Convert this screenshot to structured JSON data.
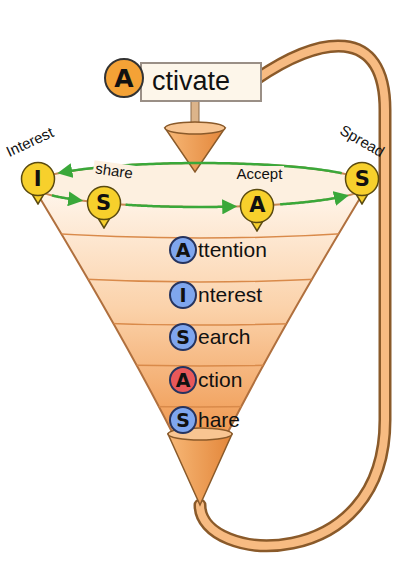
{
  "diagram": {
    "nodes": [
      {
        "text": [
          "ctivate"
        ]
      },
      {
        "text": [
          "A"
        ],
        "in": 0
      },
      {
        "text": [
          "I",
          "Interest"
        ]
      },
      {
        "text": [
          "S",
          "share"
        ]
      },
      {
        "text": [
          "A",
          "Accept"
        ]
      },
      {
        "text": [
          "S",
          "Spread"
        ]
      },
      {
        "text": [
          "A",
          "ttention"
        ]
      },
      {
        "text": [
          "I",
          "nterest"
        ]
      },
      {
        "text": [
          "S",
          "earch"
        ]
      },
      {
        "text": [
          "A",
          "ction"
        ]
      },
      {
        "text": [
          "S",
          "hare"
        ]
      }
    ],
    "edges": [
      {
        "from": 2,
        "to": 3,
        "arrow": "to"
      },
      {
        "from": 3,
        "to": 4,
        "arrow": "to"
      },
      {
        "from": 4,
        "to": 5,
        "arrow": "to"
      },
      {
        "from": 5,
        "to": 2,
        "arrow": "to"
      }
    ]
  }
}
